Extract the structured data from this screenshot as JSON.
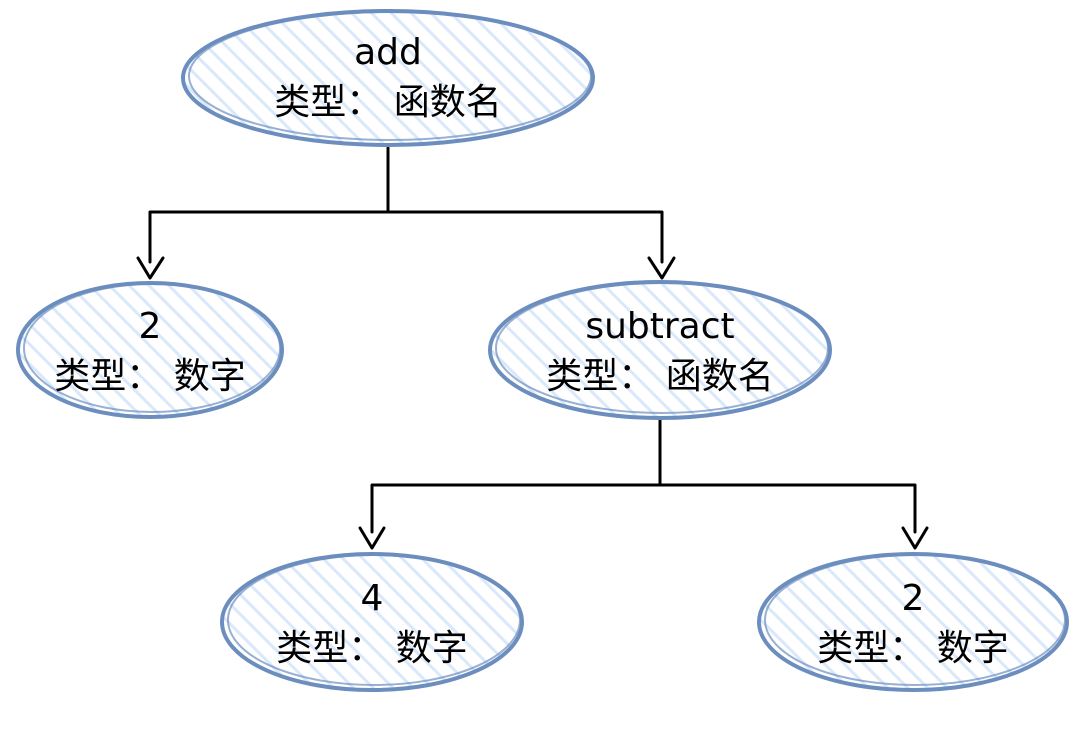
{
  "colors": {
    "node_fill": "#dae8fc",
    "node_stroke": "#6c8ebf",
    "edge": "#000000"
  },
  "nodes": {
    "add": {
      "name": "add",
      "type": "类型：  函数名"
    },
    "two_left": {
      "name": "2",
      "type": "类型：  数字"
    },
    "subtract": {
      "name": "subtract",
      "type": "类型：  函数名"
    },
    "four": {
      "name": "4",
      "type": "类型：  数字"
    },
    "two_right": {
      "name": "2",
      "type": "类型：  数字"
    }
  }
}
